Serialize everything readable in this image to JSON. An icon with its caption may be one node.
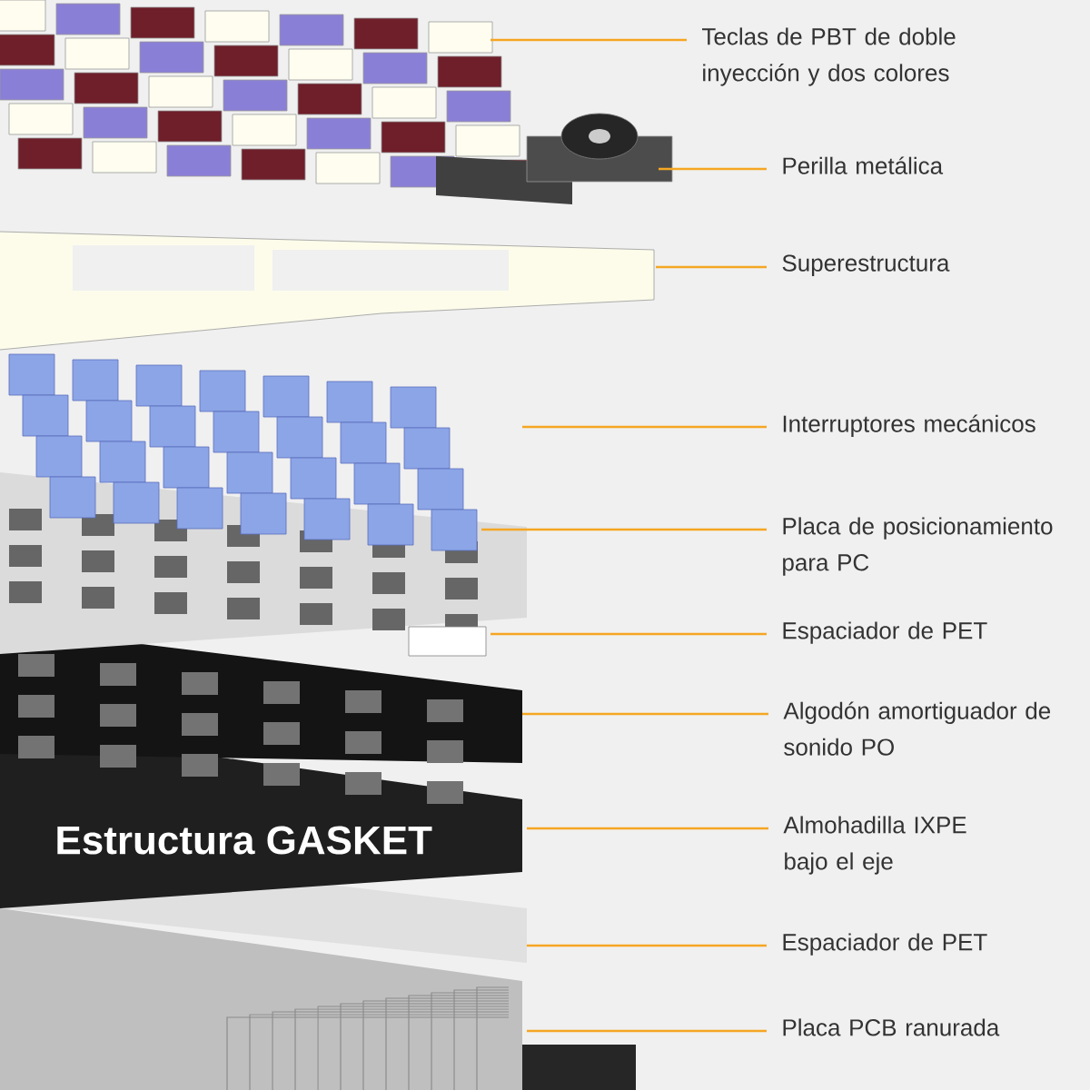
{
  "diagram": {
    "title": "Estructura GASKET",
    "nodes": [
      {
        "text": [
          "Teclas de PBT de doble inyección y dos colores"
        ]
      },
      {
        "text": [
          "Perilla metálica"
        ]
      },
      {
        "text": [
          "Superestructura"
        ]
      },
      {
        "text": [
          "Interruptores mecánicos"
        ]
      },
      {
        "text": [
          "Placa de posicionamiento para PC"
        ]
      },
      {
        "text": [
          "Espaciador de PET"
        ]
      },
      {
        "text": [
          "Algodón amortiguador de sonido PO"
        ]
      },
      {
        "text": [
          "Almohadilla IXPE bajo el eje"
        ]
      },
      {
        "text": [
          "Espaciador de PET"
        ]
      },
      {
        "text": [
          "Placa PCB ranurada"
        ]
      }
    ],
    "edges": [
      {
        "from": 0,
        "to": null,
        "arrow": "none"
      },
      {
        "from": 1,
        "to": null,
        "arrow": "none"
      },
      {
        "from": 2,
        "to": null,
        "arrow": "none"
      },
      {
        "from": 3,
        "to": null,
        "arrow": "none"
      },
      {
        "from": 4,
        "to": null,
        "arrow": "none"
      },
      {
        "from": 5,
        "to": null,
        "arrow": "none"
      },
      {
        "from": 6,
        "to": null,
        "arrow": "none"
      },
      {
        "from": 7,
        "to": null,
        "arrow": "none"
      },
      {
        "from": 8,
        "to": null,
        "arrow": "none"
      },
      {
        "from": 9,
        "to": null,
        "arrow": "none"
      }
    ]
  }
}
